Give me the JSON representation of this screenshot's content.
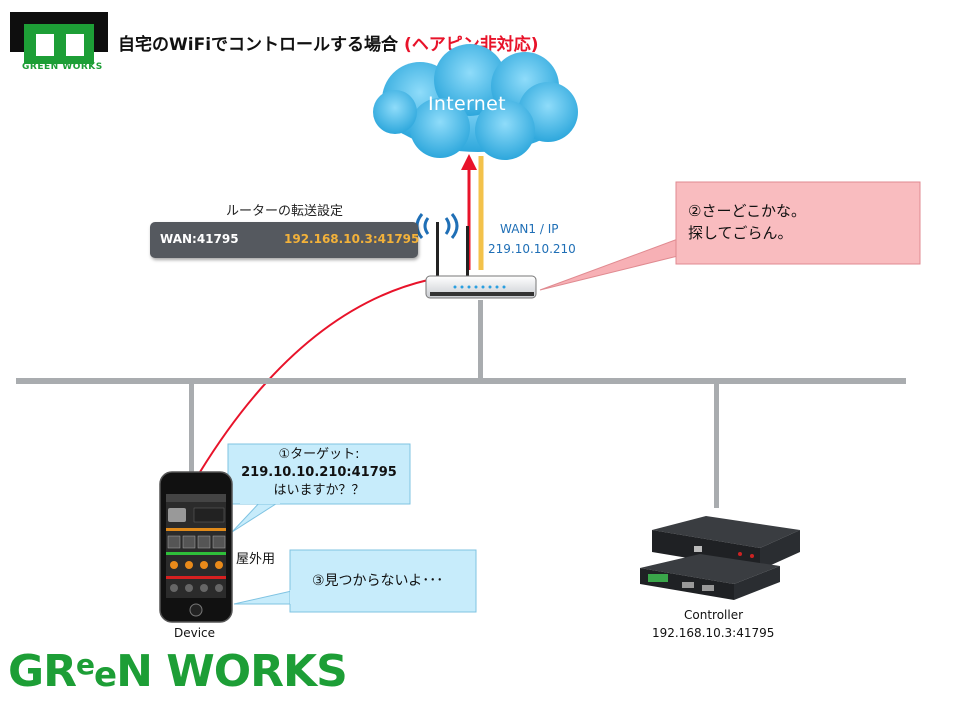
{
  "logo_top_text": "GREEN WORKS",
  "title": {
    "main": "自宅のWiFiでコントロールする場合",
    "highlight": "(ヘアピン非対応)"
  },
  "cloud_label": "Internet",
  "router_caption": "ルーターの転送設定",
  "forward": {
    "from": "WAN:41795",
    "to": "192.168.10.3:41795"
  },
  "wan": {
    "label": "WAN1 / IP",
    "ip": "219.10.10.210"
  },
  "callouts": {
    "router": [
      "②さーどこかな。",
      "探してごらん。"
    ],
    "target": [
      "①ターゲット:",
      "219.10.10.210:41795",
      "はいますか？？"
    ],
    "notfound": "③見つからないよ･･･"
  },
  "outdoor_label": "屋外用",
  "device_label": "Device",
  "controller": {
    "label": "Controller",
    "ip": "192.168.10.3:41795"
  },
  "bottom_logo": {
    "part1": "GR",
    "part2": "e",
    "part3": "e",
    "part4": "N WORKS"
  },
  "colors": {
    "brand_green": "#1d9e36",
    "arrow_red": "#e8132a",
    "wan_orange": "#f3b23a",
    "ip_blue": "#1f6fb6",
    "callout_pink": "#f9b9bc",
    "callout_blue": "#c7ecfb",
    "cloud_blue": "#4fc2f0"
  }
}
